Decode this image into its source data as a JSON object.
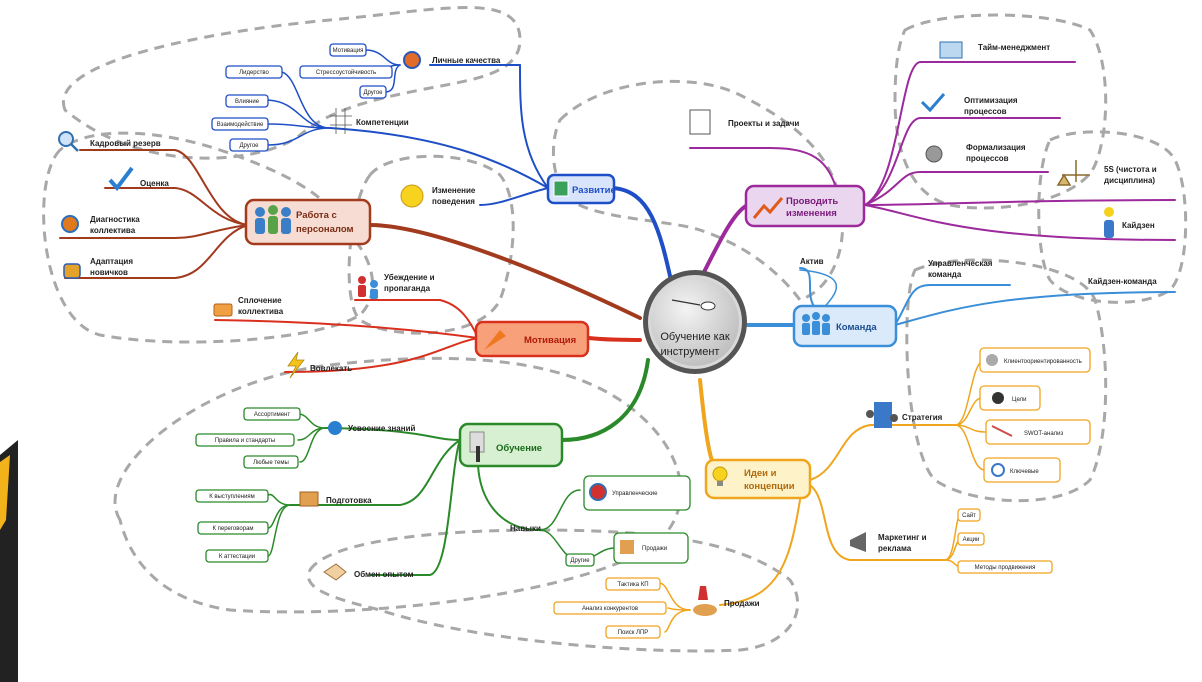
{
  "center": {
    "line1": "Обучение как",
    "line2": "инструмент"
  },
  "development": {
    "title": "Развитие",
    "personal": {
      "label": "Личные качества",
      "items": [
        "Мотивация",
        "Стрессоустойчивость",
        "Другое"
      ]
    },
    "competence": {
      "label": "Компетенции",
      "items": [
        "Лидерство",
        "Влияние",
        "Взаимодействие",
        "Другое"
      ]
    },
    "behavior": {
      "line1": "Изменение",
      "line2": "поведения"
    }
  },
  "personnel": {
    "line1": "Работа с",
    "line2": "персоналом",
    "items": [
      "Кадровый резерв",
      "Оценка",
      "Диагностика",
      "коллектива",
      "Адаптация",
      "новичков"
    ]
  },
  "motivation": {
    "title": "Мотивация",
    "teambuild": {
      "line1": "Сплочение",
      "line2": "коллектива"
    },
    "involve": "Вовлекать",
    "persuade": {
      "line1": "Убеждение и",
      "line2": "пропаганда"
    }
  },
  "change": {
    "line1": "Проводить",
    "line2": "изменения",
    "projects": "Проекты и задачи",
    "time": "Тайм-менеджмент",
    "optimize": {
      "line1": "Оптимизация",
      "line2": "процессов"
    },
    "formalize": {
      "line1": "Формализация",
      "line2": "процессов"
    },
    "five_s": {
      "line1": "5S (чистота и",
      "line2": "дисциплина)"
    },
    "kaizen": "Кайдзен"
  },
  "team": {
    "title": "Команда",
    "asset": "Актив",
    "mgmt": {
      "line1": "Управленческая",
      "line2": "команда"
    },
    "kaizen_team": "Кайдзен-команда"
  },
  "ideas": {
    "line1": "Идеи и",
    "line2": "концепции",
    "strategy": {
      "label": "Стратегия",
      "items": [
        "Клиентоориентированность",
        "Цели",
        "SWOT-анализ",
        "Ключевые"
      ]
    },
    "marketing": {
      "line1": "Маркетинг и",
      "line2": "реклама",
      "items": [
        "Сайт",
        "Акции",
        "Методы продвижения"
      ]
    }
  },
  "training": {
    "title": "Обучение",
    "knowledge": {
      "label": "Усвоение знаний",
      "items": [
        "Ассортимент",
        "Правила и стандарты",
        "Любые темы"
      ]
    },
    "prep": {
      "label": "Подготовка",
      "items": [
        "К выступлениям",
        "К переговорам",
        "К аттестации"
      ]
    },
    "exchange": "Обмен опытом",
    "skills": {
      "label": "Навыки",
      "mgmt": "Управленческие",
      "sales": "Продажи",
      "other": "Другие"
    },
    "sales": {
      "label": "Продажи",
      "items": [
        "Тактика КП",
        "Анализ конкурентов",
        "Поиск ЛПР"
      ]
    }
  },
  "colors": {
    "development": "#1f4fc7",
    "personnel": "#a23a1e",
    "motivation": "#d9301e",
    "change": "#9c2a9c",
    "team": "#3a8fd8",
    "ideas": "#f0a51e",
    "training": "#2a8a2a"
  }
}
